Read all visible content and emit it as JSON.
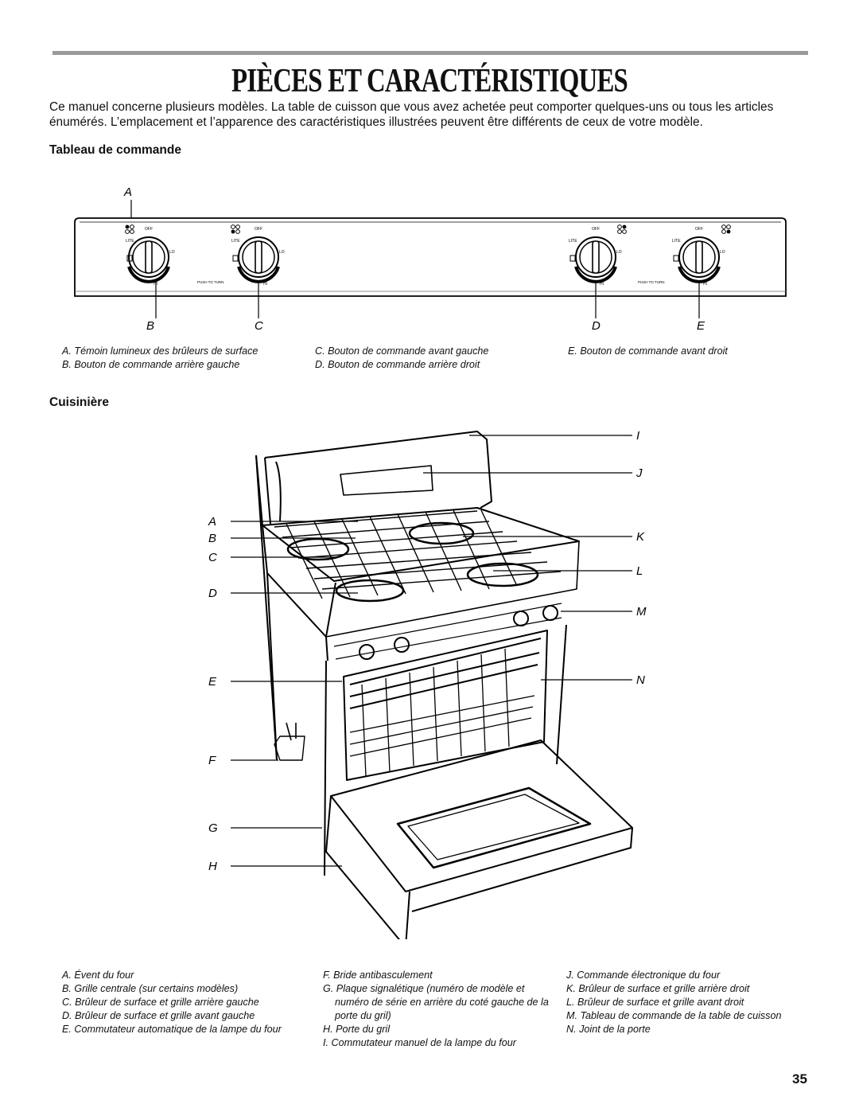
{
  "page": {
    "title": "PIÈCES ET CARACTÉRISTIQUES",
    "intro": "Ce manuel concerne plusieurs modèles. La table de cuisson que vous avez achetée peut comporter quelques-uns ou tous les articles énumérés. L’emplacement et l’apparence des caractéristiques illustrées peuvent être différents de ceux de votre modèle.",
    "page_number": "35"
  },
  "control_panel": {
    "heading": "Tableau de commande",
    "callouts": {
      "a": "A",
      "b": "B",
      "c": "C",
      "d": "D",
      "e": "E"
    },
    "knob_text": {
      "off": "OFF",
      "lite": "LITE",
      "lo": "LO",
      "hi": "HI",
      "push": "PUSH TO TURN"
    },
    "legend": {
      "a": "A. Témoin lumineux des brûleurs de surface",
      "b": "B. Bouton de commande arrière gauche",
      "c": "C. Bouton de commande avant gauche",
      "d": "D. Bouton de commande arrière droit",
      "e": "E. Bouton de commande avant droit"
    }
  },
  "range": {
    "heading": "Cuisinière",
    "callouts": {
      "a": "A",
      "b": "B",
      "c": "C",
      "d": "D",
      "e": "E",
      "f": "F",
      "g": "G",
      "h": "H",
      "i": "I",
      "j": "J",
      "k": "K",
      "l": "L",
      "m": "M",
      "n": "N"
    },
    "legend": {
      "a": "A. Évent du four",
      "b": "B. Grille centrale (sur certains modèles)",
      "c": "C. Brûleur de surface et grille arrière gauche",
      "d": "D. Brûleur de surface et grille avant gauche",
      "e": "E. Commutateur automatique de la lampe du four",
      "f": "F. Bride antibasculement",
      "g": "G. Plaque signalétique (numéro de modèle et numéro de série en arrière du coté gauche de la porte du gril)",
      "h": "H. Porte du gril",
      "i": "I. Commutateur manuel de la lampe du four",
      "j": "J. Commande électronique du four",
      "k": "K. Brûleur de surface et grille arrière droit",
      "l": "L. Brûleur de surface et grille avant droit",
      "m": "M. Tableau de commande de la table de cuisson",
      "n": "N. Joint de la porte"
    }
  }
}
